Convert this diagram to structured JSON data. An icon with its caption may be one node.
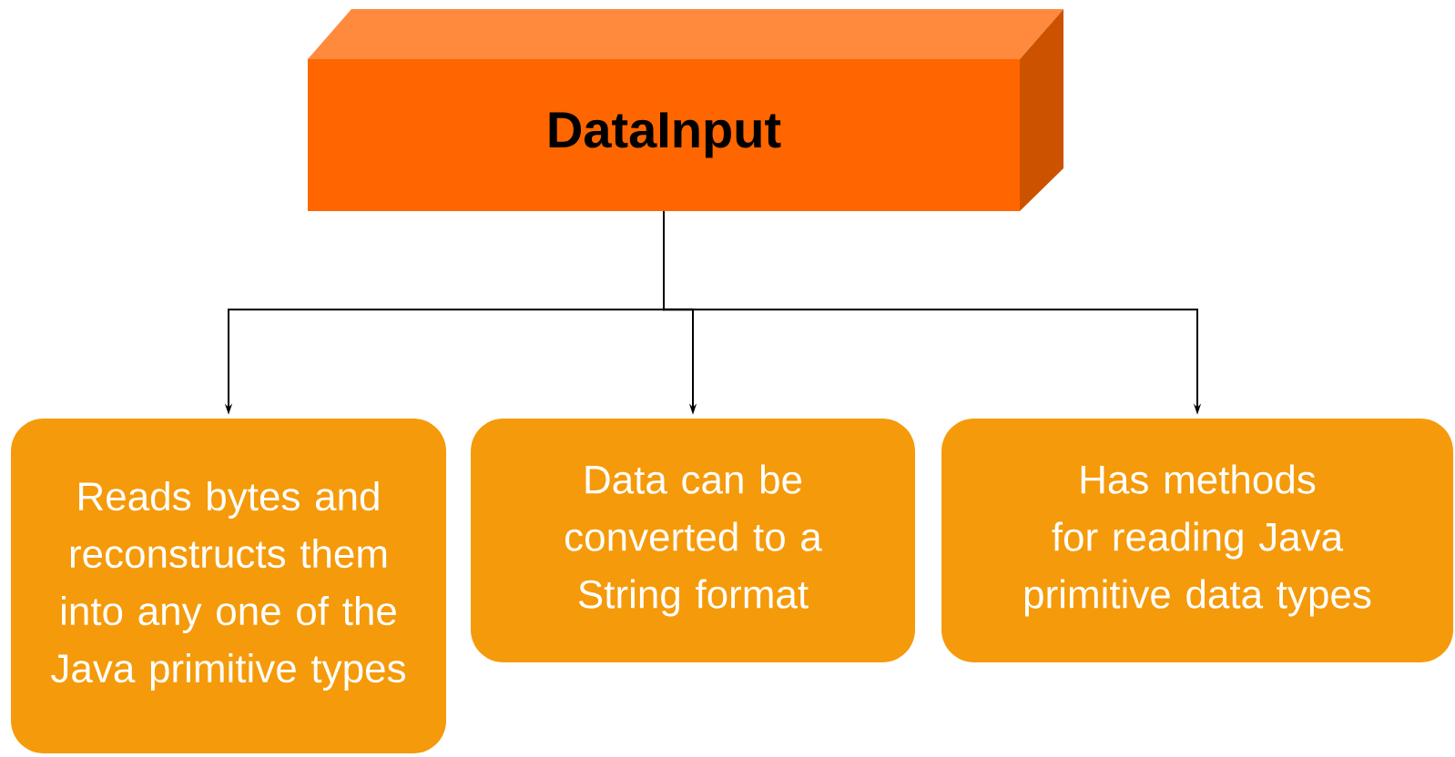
{
  "diagram": {
    "nodes": [
      {
        "text": [
          "DataInput"
        ]
      },
      {
        "text": [
          "Reads bytes and reconstructs them into any one of the Java primitive types"
        ]
      },
      {
        "text": [
          "Data can be converted to a String format"
        ]
      },
      {
        "text": [
          "Has methods for reading Java primitive data types"
        ]
      }
    ],
    "edges": [
      {
        "from": 0,
        "to": 1,
        "arrow": "to"
      },
      {
        "from": 0,
        "to": 2,
        "arrow": "to"
      },
      {
        "from": 0,
        "to": 3,
        "arrow": "to"
      }
    ]
  }
}
